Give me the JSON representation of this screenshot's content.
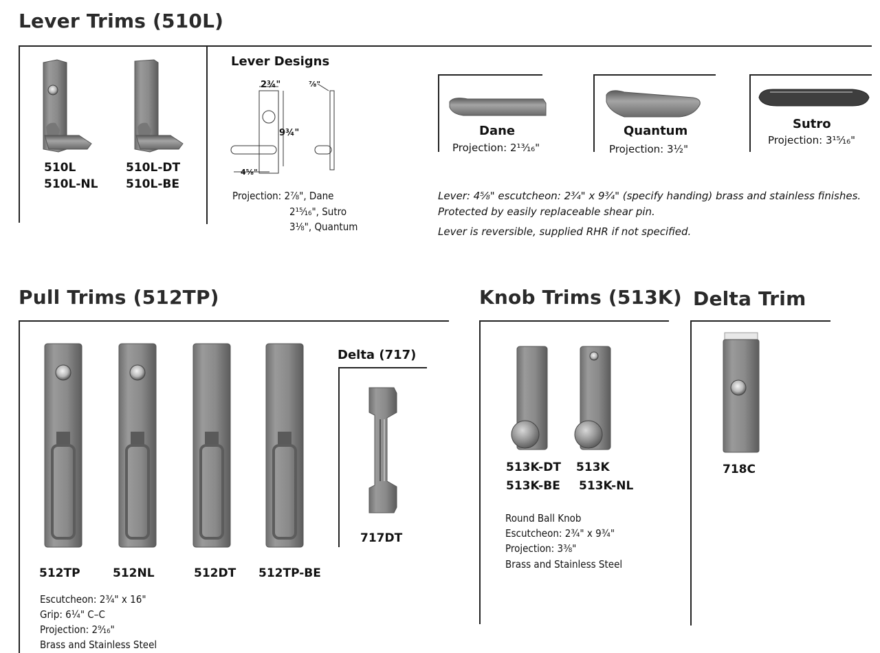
{
  "lever": {
    "title": "Lever Trims (510L)",
    "models": [
      "510L",
      "510L-NL",
      "510L-DT",
      "510L-BE"
    ],
    "designs_heading": "Lever Designs",
    "dims": [
      "2¾\"",
      "⅞\"",
      "9¾\"",
      "4⅝\""
    ],
    "projection_lines": [
      "Projection: 2⅞\", Dane",
      "2¹⁵⁄₁₆\", Sutro",
      "3⅛\", Quantum"
    ],
    "styles": [
      {
        "name": "Dane",
        "projection": "Projection: 2¹³⁄₁₆\""
      },
      {
        "name": "Quantum",
        "projection": "Projection: 3½\""
      },
      {
        "name": "Sutro",
        "projection": "Projection: 3¹⁵⁄₁₆\""
      }
    ],
    "notes": [
      "Lever: 4⅝\" escutcheon: 2¾\" x 9¾\" (specify handing) brass and stainless finishes.",
      "Protected by easily replaceable shear pin.",
      "Lever is reversible, supplied RHR if not specified."
    ]
  },
  "pull": {
    "title": "Pull Trims (512TP)",
    "models": [
      "512TP",
      "512NL",
      "512DT",
      "512TP-BE"
    ],
    "specs": [
      "Escutcheon: 2¾\" x 16\"",
      "Grip: 6¼\" C–C",
      "Projection: 2⁹⁄₁₆\"",
      "Brass and Stainless Steel"
    ],
    "delta_heading": "Delta (717)",
    "delta_model": "717DT"
  },
  "knob": {
    "title": "Knob Trims (513K)",
    "models": [
      "513K-DT",
      "513K",
      "513K-BE",
      "513K-NL"
    ],
    "specs": [
      "Round Ball Knob",
      "Escutcheon: 2¾\" x 9¾\"",
      "Projection: 3⅜\"",
      "Brass and Stainless Steel"
    ]
  },
  "delta_trim": {
    "title": "Delta Trim",
    "model": "718C"
  }
}
